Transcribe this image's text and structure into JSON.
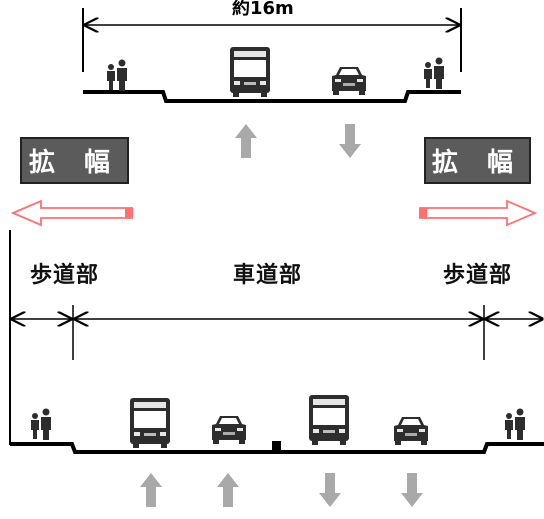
{
  "top_dimension": {
    "label": "約16m"
  },
  "badges": {
    "left": "拡 幅",
    "right": "拡 幅"
  },
  "labels": {
    "sidewalk_left": "歩道部",
    "roadway": "車道部",
    "sidewalk_right": "歩道部"
  },
  "colors": {
    "road_line": "#000000",
    "traffic_arrow": "#a9a9a9",
    "widen_arrow_outline": "#ff7070",
    "widen_arrow_fill": "#ffffff",
    "badge_bg": "#5b5b5b",
    "vehicle": "#2d2d2d"
  },
  "icons": {
    "pedestrian": "pedestrian-icon",
    "bus": "bus-icon",
    "car": "car-icon",
    "arrow_up": "arrow-up-icon",
    "arrow_down": "arrow-down-icon",
    "widen_left": "widen-arrow-left-icon",
    "widen_right": "widen-arrow-right-icon"
  }
}
